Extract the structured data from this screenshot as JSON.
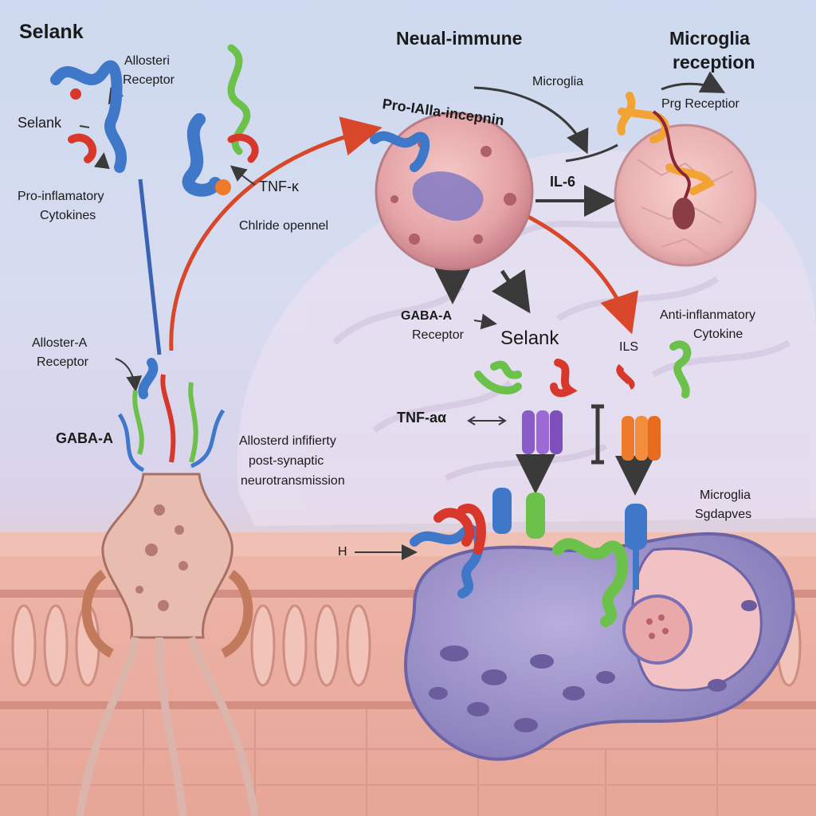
{
  "titles": {
    "left": "Selank",
    "center": "Neual-immune",
    "right_line1": "Microglia",
    "right_line2": "reception"
  },
  "labels": {
    "allosteri_receptor_1": "Allosteri",
    "allosteri_receptor_2": "Receptor",
    "selank_left": "Selank",
    "pro_inflammatory_1": "Pro-inflamatory",
    "pro_inflammatory_2": "Cytokines",
    "tnf_top": "TNF-κ",
    "chloride_channel": "Chlride opennel",
    "pro_ia_cell": "Pro-IAlla-incepnin",
    "microglia_small": "Microglia",
    "prg_receptor": "Prg Receptior",
    "il6": "IL-6",
    "gaba_a_receptor_1": "GABA-A",
    "gaba_a_receptor_2": "Receptor",
    "selank_center": "Selank",
    "anti_inflammatory_1": "Anti-inflanmatory",
    "anti_inflammatory_2": "Cytokine",
    "ils": "ILS",
    "alloster_a_1": "Alloster-A",
    "alloster_a_2": "Receptor",
    "gaba_a_left": "GABA-A",
    "tnf_mid": "TNF-aα",
    "allosteric_1": "Allosterd infifierty",
    "allosteric_2": "post-synaptic",
    "allosteric_3": "neurotransmission",
    "microglia_sgdapves_1": "Microglia",
    "microglia_sgdapves_2": "Sgdapves",
    "h_label": "H"
  },
  "colors": {
    "arrow_red": "#d9472b",
    "arrow_dark": "#3a3a3a",
    "line_blue": "#3a63b4",
    "cell_pink": "#e6a9ad",
    "microglia_purple": "#9a8fc7",
    "receptor_purple": "#8a5cc8",
    "receptor_orange": "#ee7a2a",
    "protein_blue": "#3f78c9",
    "protein_green": "#6cc14a",
    "protein_red": "#d8382c"
  }
}
